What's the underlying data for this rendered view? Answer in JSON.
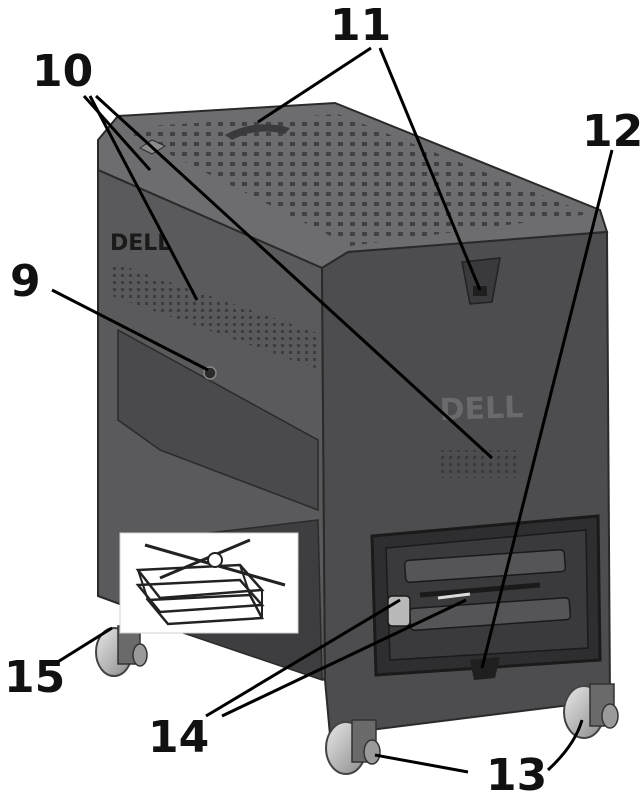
{
  "diagram": {
    "brand": "DELL",
    "callouts": [
      {
        "id": "9",
        "label": "9"
      },
      {
        "id": "10",
        "label": "10"
      },
      {
        "id": "11",
        "label": "11"
      },
      {
        "id": "12",
        "label": "12"
      },
      {
        "id": "13",
        "label": "13"
      },
      {
        "id": "14",
        "label": "14"
      },
      {
        "id": "15",
        "label": "15"
      }
    ],
    "colors": {
      "body_front": "#5a5a5c",
      "body_side": "#4a4a4c",
      "top": "#6d6d70",
      "edge": "#2a2a2a",
      "perforation": "#3b3b3d",
      "wheel": "#bdbdbd",
      "panel": "#2e2e30"
    }
  }
}
